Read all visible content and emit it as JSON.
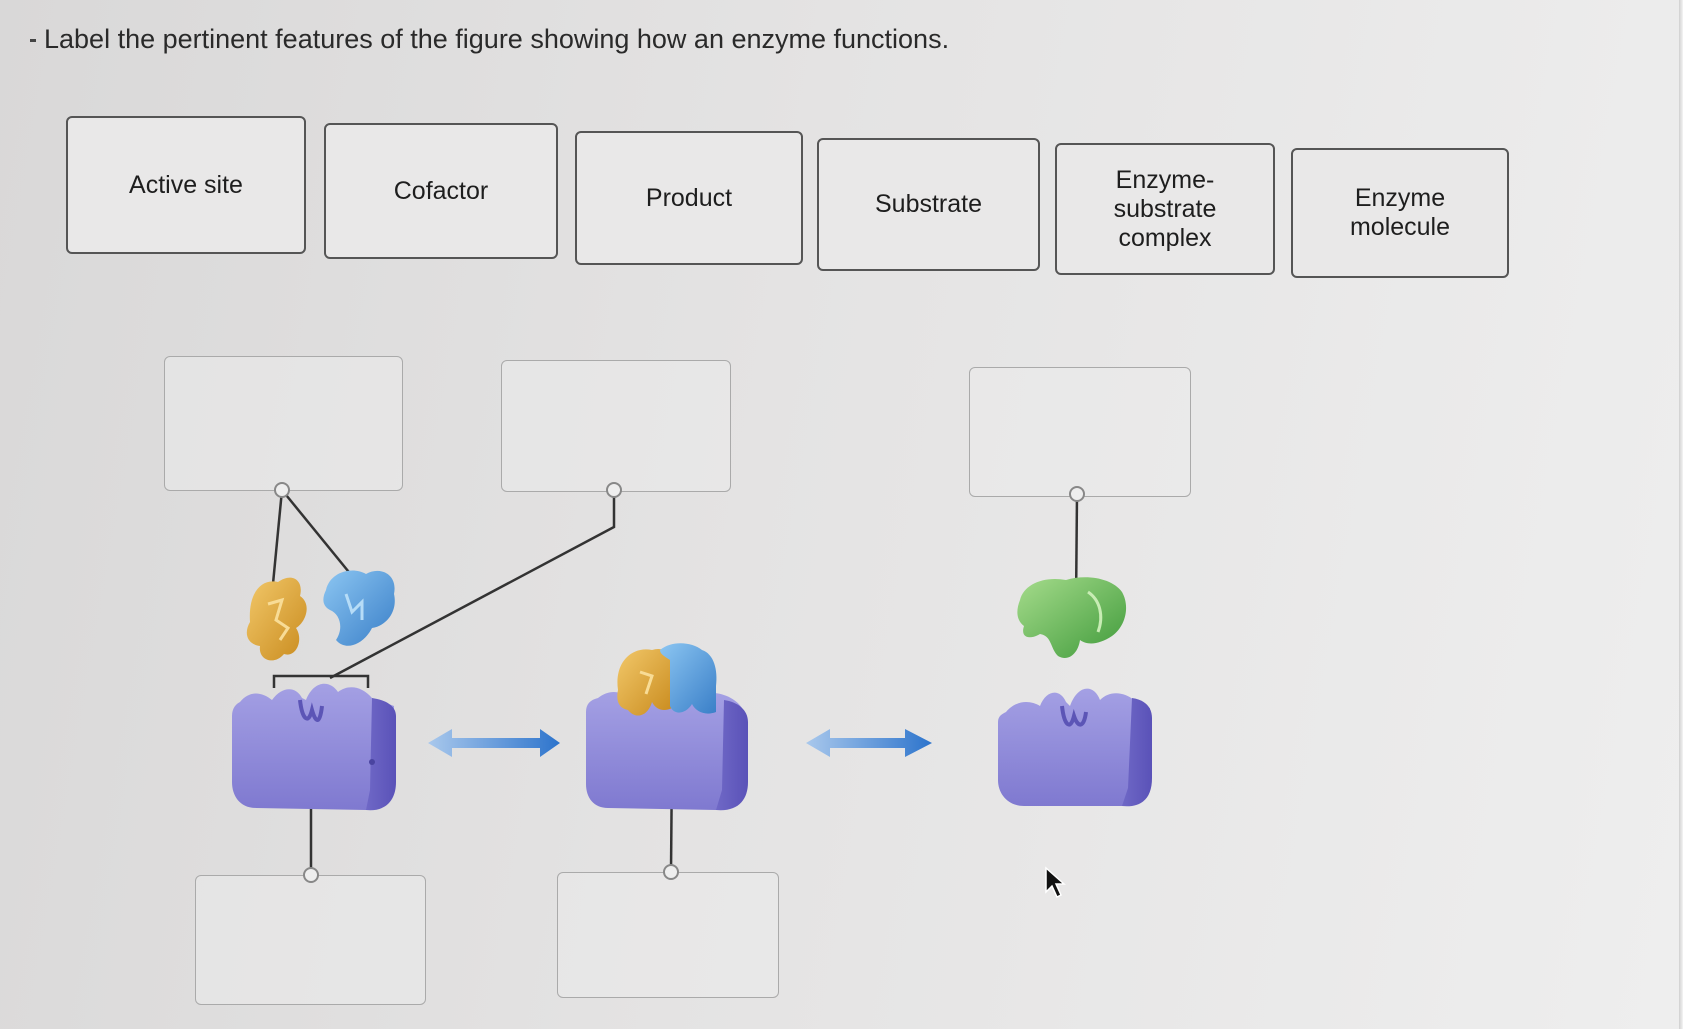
{
  "prompt": "Label the pertinent features of the figure showing how an enzyme functions.",
  "labels": [
    {
      "id": "active-site",
      "text": "Active site"
    },
    {
      "id": "cofactor",
      "text": "Cofactor"
    },
    {
      "id": "product",
      "text": "Product"
    },
    {
      "id": "substrate",
      "text": "Substrate"
    },
    {
      "id": "enzyme-substrate-complex",
      "text": "Enzyme-\nsubstrate\ncomplex"
    },
    {
      "id": "enzyme-molecule",
      "text": "Enzyme\nmolecule"
    }
  ],
  "drop_targets": [
    {
      "id": "target-top-left",
      "value": ""
    },
    {
      "id": "target-top-middle",
      "value": ""
    },
    {
      "id": "target-top-right",
      "value": ""
    },
    {
      "id": "target-bottom-left",
      "value": ""
    },
    {
      "id": "target-bottom-middle",
      "value": ""
    }
  ],
  "colors": {
    "enzyme": "#8a85d6",
    "substrate_yellow": "#e0a83a",
    "substrate_blue": "#5a9ee0",
    "product_green": "#6cbf5a",
    "arrow": "#3b7fd0"
  },
  "icons": [
    "double-arrow-icon",
    "mouse-cursor-icon"
  ]
}
